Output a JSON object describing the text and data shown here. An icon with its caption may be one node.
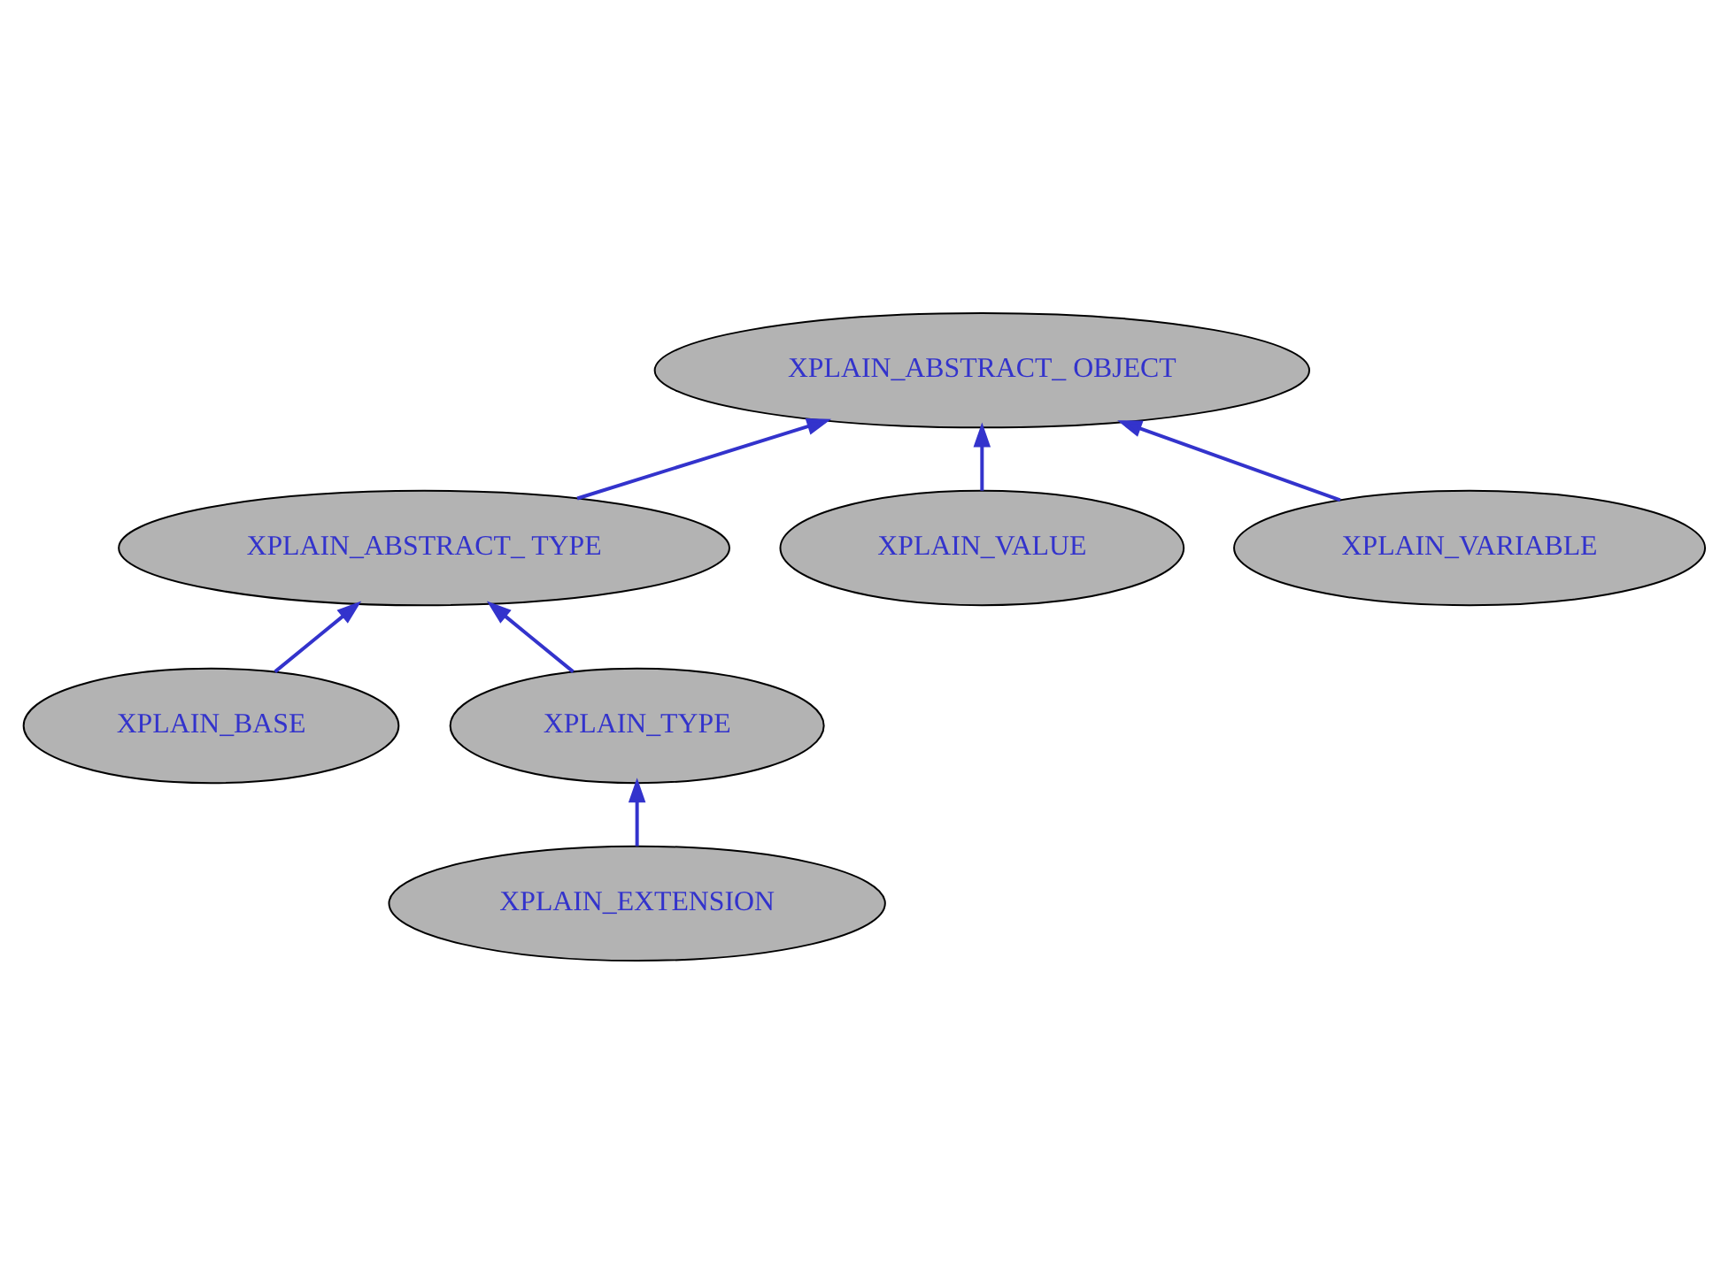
{
  "diagram": {
    "nodes": [
      {
        "text": [
          "XPLAIN_ABSTRACT_ OBJECT"
        ]
      },
      {
        "text": [
          "XPLAIN_ABSTRACT_ TYPE"
        ]
      },
      {
        "text": [
          "XPLAIN_VALUE"
        ]
      },
      {
        "text": [
          "XPLAIN_VARIABLE"
        ]
      },
      {
        "text": [
          "XPLAIN_BASE"
        ]
      },
      {
        "text": [
          "XPLAIN_TYPE"
        ]
      },
      {
        "text": [
          "XPLAIN_EXTENSION"
        ]
      }
    ],
    "edges": [
      {
        "from": 1,
        "to": 0,
        "arrow": "to"
      },
      {
        "from": 2,
        "to": 0,
        "arrow": "to"
      },
      {
        "from": 3,
        "to": 0,
        "arrow": "to"
      },
      {
        "from": 4,
        "to": 1,
        "arrow": "to"
      },
      {
        "from": 5,
        "to": 1,
        "arrow": "to"
      },
      {
        "from": 6,
        "to": 5,
        "arrow": "to"
      }
    ]
  }
}
